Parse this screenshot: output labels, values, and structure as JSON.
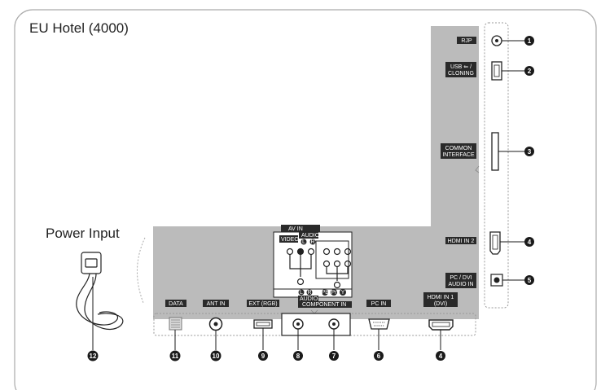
{
  "title": "EU Hotel (4000)",
  "power_input_label": "Power Input",
  "colors": {
    "panel": "#bbbbbb",
    "callout": "#1a1a1a",
    "label_bar": "#2a2a2a",
    "frame": "#aaaaaa"
  },
  "side_labels": {
    "rjp": "RJP",
    "usb_line1": "USB ⇐ /",
    "usb_line2": "CLONING",
    "ci_line1": "COMMON",
    "ci_line2": "INTERFACE",
    "hdmi2": "HDMI IN 2",
    "pcdvi_line1": "PC / DVI",
    "pcdvi_line2": "AUDIO IN"
  },
  "bottom_labels": {
    "data": "DATA",
    "ant": "ANT IN",
    "ext": "EXT (RGB)",
    "pc": "PC IN",
    "hdmi1_line1": "HDMI IN 1",
    "hdmi1_line2": "(DVI)"
  },
  "av_labels": {
    "av_in": "AV IN",
    "video": "VIDEO",
    "audio": "AUDIO",
    "l": "L",
    "r": "R",
    "audio_bottom": "AUDIO",
    "component_in": "COMPONENT IN",
    "pb": "Pb",
    "pr": "Pr",
    "y": "Y"
  },
  "callout_numbers": [
    "1",
    "2",
    "3",
    "4",
    "5",
    "4",
    "6",
    "7",
    "8",
    "9",
    "10",
    "11",
    "12"
  ]
}
